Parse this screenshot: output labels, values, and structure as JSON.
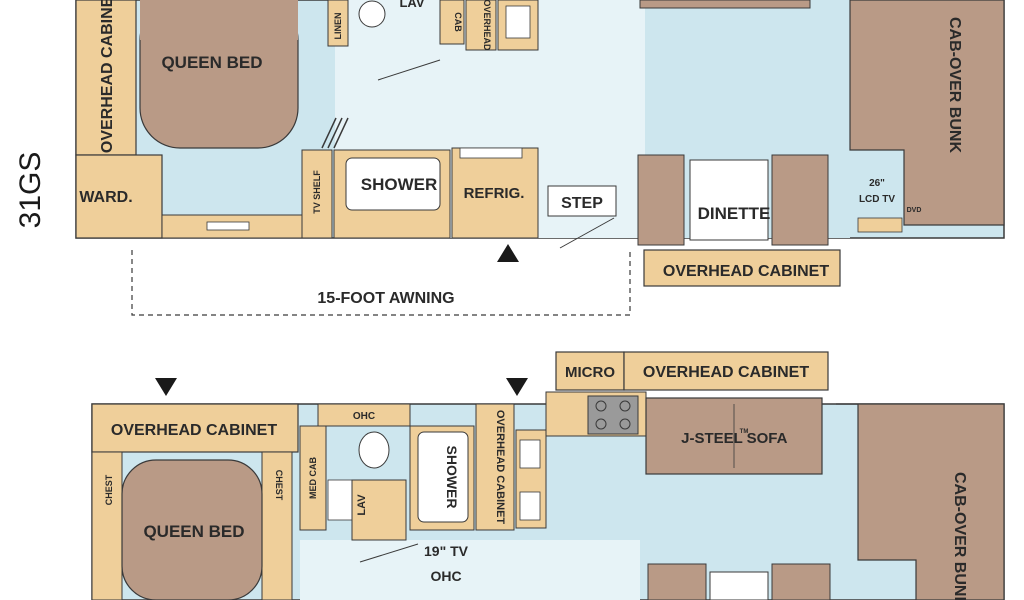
{
  "model": "31GS",
  "plan_top": {
    "labels": {
      "overhead_cabinet_side": "OVERHEAD CABINET",
      "queen_bed": "QUEEN BED",
      "ward": "WARD.",
      "linen": "LINEN",
      "lav": "LAV",
      "cab": "CAB",
      "overhead_small": "OVERHEAD",
      "tv_shelf": "TV SHELF",
      "shower": "SHOWER",
      "refrig": "REFRIG.",
      "step": "STEP",
      "dinette": "DINETTE",
      "overhead_cabinet_bottom": "OVERHEAD CABINET",
      "cab_over_bunk": "CAB-OVER BUNK",
      "tv_size": "26\"",
      "tv_lcd": "LCD TV",
      "tv_extra": "DVD",
      "awning": "15-FOOT AWNING"
    }
  },
  "plan_bottom": {
    "labels": {
      "overhead_cabinet_top": "OVERHEAD CABINET",
      "chest_left": "CHEST",
      "chest_right": "CHEST",
      "queen_bed": "QUEEN BED",
      "ohc_top": "OHC",
      "med_cab": "MED CAB",
      "lav": "LAV",
      "shower": "SHOWER",
      "overhead_cabinet_vertical": "OVERHEAD CABINET",
      "micro": "MICRO",
      "overhead_cabinet_right": "OVERHEAD CABINET",
      "sofa_a": "J-STEEL",
      "sofa_tm": "TM",
      "sofa_b": "SOFA",
      "tv": "19\" TV",
      "ohc": "OHC",
      "cab_over_bunk": "CAB-OVER BUNK"
    }
  },
  "colors": {
    "floor": "#cde6ee",
    "cabinet": "#efcf9a",
    "furniture": "#b99a86",
    "outline": "#3a3a3a"
  }
}
